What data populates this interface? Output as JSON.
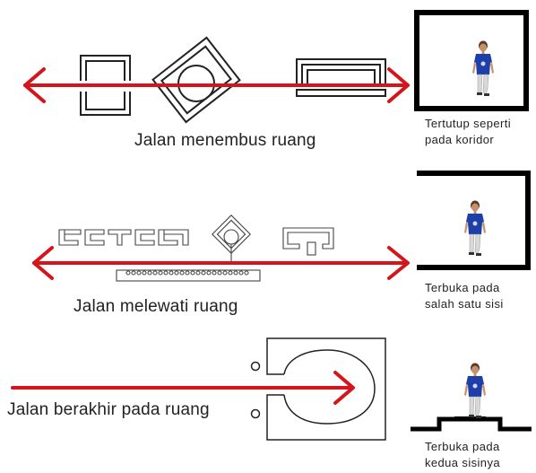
{
  "colors": {
    "arrow": "#d4161c",
    "line": "#111111",
    "thin": "#222222",
    "shirt": "#1f3fa8",
    "pants": "#dcdcdc",
    "skin": "#c7906a"
  },
  "rows": [
    {
      "caption": "Jalan menembus ruang",
      "note_line1": "Tertutup seperti",
      "note_line2": "pada koridor"
    },
    {
      "caption": "Jalan melewati ruang",
      "note_line1": "Terbuka pada",
      "note_line2": "salah satu sisi"
    },
    {
      "caption": "Jalan berakhir pada ruang",
      "note_line1": "Terbuka pada",
      "note_line2": "kedua sisinya"
    }
  ]
}
